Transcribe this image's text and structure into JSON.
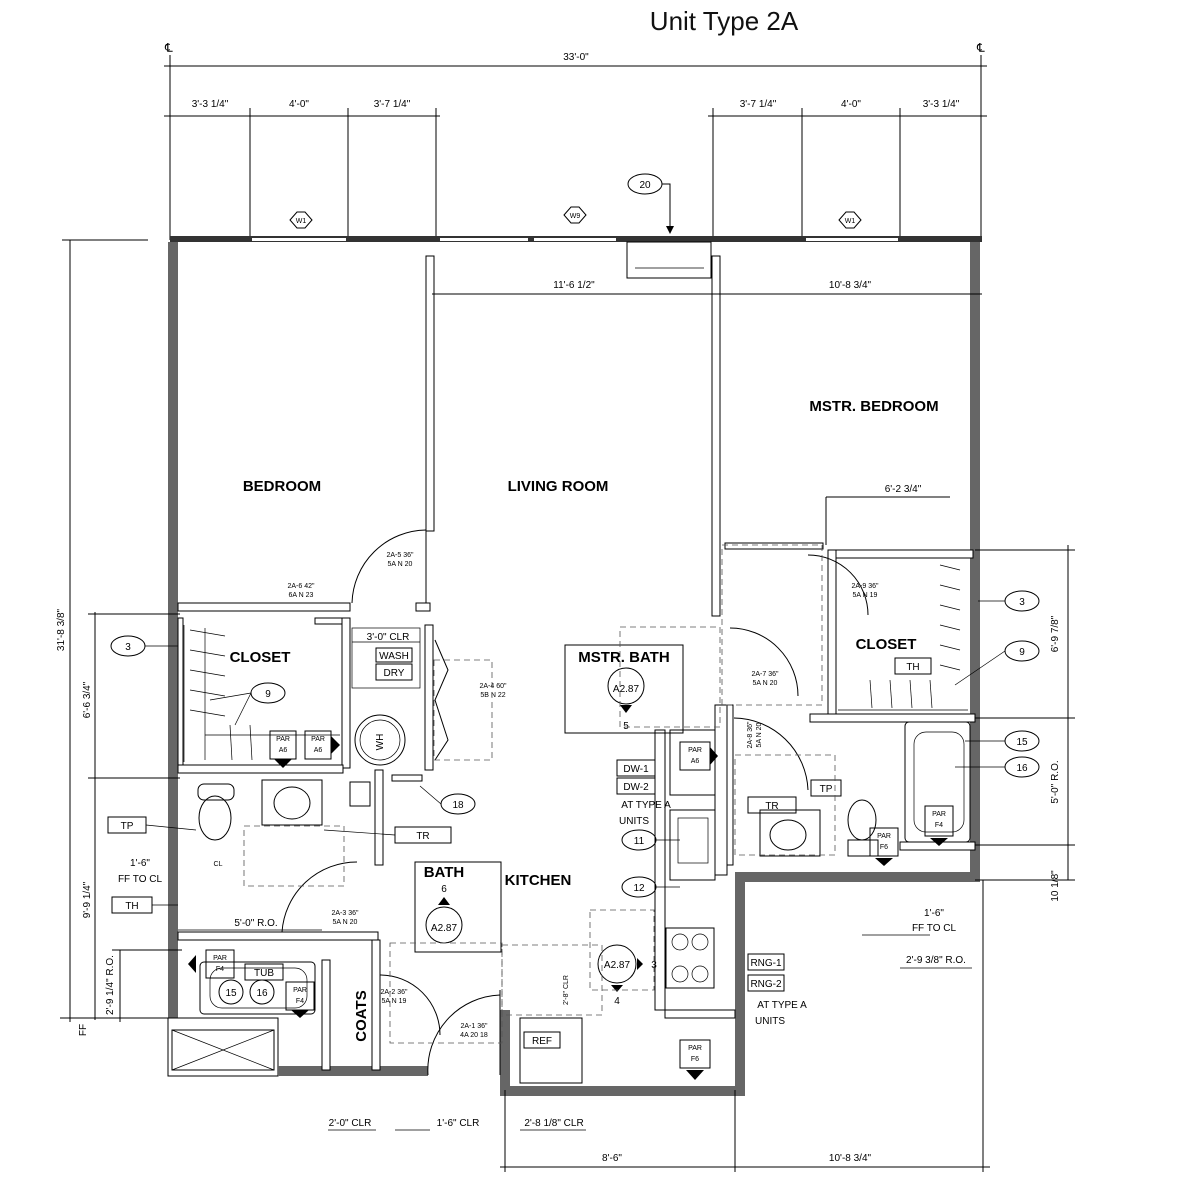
{
  "title": "Unit Type 2A",
  "overall_width": "33'-0\"",
  "overall_depth": "31'-8 3/8\"",
  "top_dims_left": [
    "3'-3 1/4\"",
    "4'-0\"",
    "3'-7 1/4\""
  ],
  "top_dims_right": [
    "3'-7 1/4\"",
    "4'-0\"",
    "3'-3 1/4\""
  ],
  "window_tags": [
    "W1",
    "W9",
    "W1"
  ],
  "mark_20": "20",
  "interior_dims": {
    "living": "11'-6 1/2\"",
    "master": "10'-8 3/4\"",
    "closet_w": "6'-2 3/4\"",
    "bottom_left": "8'-6\"",
    "bottom_right": "10'-8 3/4\""
  },
  "rooms": {
    "bedroom": "BEDROOM",
    "living": "LIVING ROOM",
    "master": "MSTR. BEDROOM",
    "closet_left": "CLOSET",
    "closet_right": "CLOSET",
    "kitchen": "KITCHEN",
    "bath": "BATH",
    "mstr_bath": "MSTR. BATH",
    "coats": "COATS"
  },
  "left_dims": [
    "6'-6 3/4\"",
    "9'-9 1/4\"",
    "2'-9 1/4\" R.O.",
    "FF"
  ],
  "right_dims": [
    "6'-9 7/8\"",
    "5'-0\" R.O.",
    "10 1/8\""
  ],
  "callouts": [
    "3",
    "9",
    "18",
    "11",
    "12",
    "3",
    "9",
    "15",
    "16"
  ],
  "labels": {
    "clr_3": "3'-0\" CLR",
    "wash": "WASH",
    "dry": "DRY",
    "wh": "WH",
    "tub": "TUB",
    "tp": "TP",
    "th": "TH",
    "tr": "TR",
    "ref": "REF",
    "dw1": "DW-1",
    "dw2": "DW-2",
    "dw_note": "AT TYPE A",
    "dw_note2": "UNITS",
    "rng1": "RNG-1",
    "rng2": "RNG-2",
    "rng_note": "AT TYPE A",
    "rng_note2": "UNITS",
    "ff_cl": "1'-6\"",
    "ff_cl2": "FF TO CL",
    "ro_5": "5'-0\" R.O.",
    "ro_293": "2'-9 3/8\" R.O.",
    "clr_2": "2'-0\" CLR",
    "clr_16": "1'-6\" CLR",
    "clr_28": "2'-8 1/8\" CLR",
    "clr_28b": "2'-8\" CLR",
    "cl": "CL"
  },
  "sections": [
    {
      "label": "A2.87",
      "num": "5"
    },
    {
      "label": "A2.87",
      "num": "6"
    },
    {
      "label": "A2.87",
      "num": "4",
      "side": "3"
    }
  ],
  "par": [
    "PAR",
    "A6",
    "F4",
    "F6"
  ],
  "door_tags": [
    "2A-5 36\"",
    "5A N 20",
    "2A-6 42\"",
    "6A N 23",
    "2A-4 60\"",
    "5B N 22",
    "2A-9 36\"",
    "5A N 19",
    "2A-7 36\"",
    "5A N 20",
    "2A-8 36\"",
    "5A N 20",
    "2A-3 36\"",
    "5A N 20",
    "2A-2 36\"",
    "5A N 19",
    "2A-1 36\"",
    "4A 20 18"
  ]
}
